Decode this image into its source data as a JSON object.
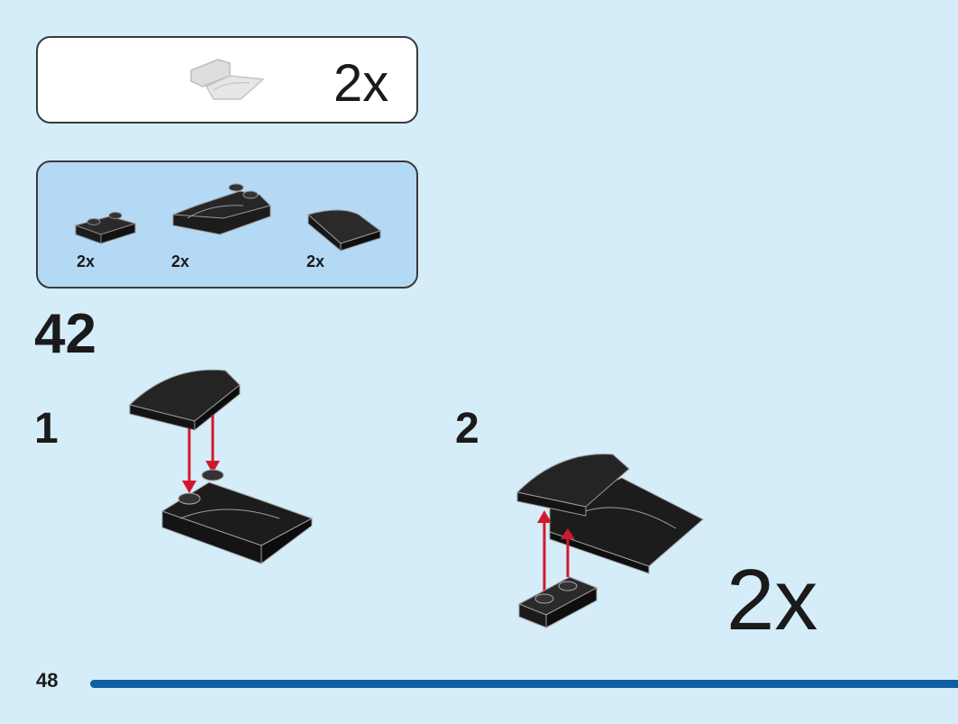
{
  "result_box": {
    "quantity": "2x"
  },
  "parts_list": {
    "items": [
      {
        "part": "plate-1x2-black",
        "quantity": "2x"
      },
      {
        "part": "wedge-plate-with-studs-black",
        "quantity": "2x"
      },
      {
        "part": "curved-slope-black",
        "quantity": "2x"
      }
    ]
  },
  "build": {
    "step_number": "42",
    "substeps": [
      {
        "label": "1"
      },
      {
        "label": "2"
      }
    ],
    "multiplier": "2x"
  },
  "footer": {
    "page_number": "48"
  },
  "colors": {
    "background": "#d5ecf9",
    "parts_panel": "#b4d9f5",
    "brick": "#1c1c1c",
    "arrow": "#d1192b",
    "page_bar": "#0e5ea5"
  }
}
